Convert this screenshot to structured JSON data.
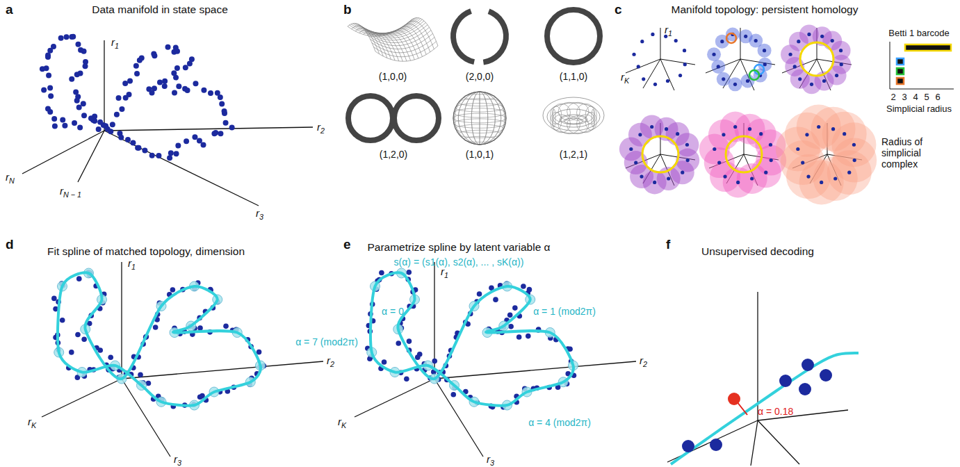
{
  "diagram": {
    "labels": [
      "a",
      "Data manifold in state space",
      "r1",
      "r2",
      "r3",
      "rN",
      "rN − 1",
      "b",
      "(1,0,0)",
      "(2,0,0)",
      "(1,1,0)",
      "(1,2,0)",
      "(1,0,1)",
      "(1,2,1)",
      "c",
      "Manifold topology: persistent homology",
      "r1",
      "rK",
      "Betti 1 barcode",
      "2",
      "3",
      "4",
      "5",
      "6",
      "Simplicial radius",
      "Radius of simplicial complex",
      "d",
      "Fit spline of matched topology, dimension",
      "r1",
      "r2",
      "r3",
      "rK",
      "e",
      "Parametrize spline by latent variable α",
      "s(α) = (s1(α), s2(α), ... , sK(α))",
      "r1",
      "r2",
      "r3",
      "rK",
      "α = 0",
      "α = 1 (mod2π)",
      "α = 7 (mod2π)",
      "α = 4 (mod2π)",
      "f",
      "Unsupervised decoding",
      "α = 0.18"
    ]
  }
}
